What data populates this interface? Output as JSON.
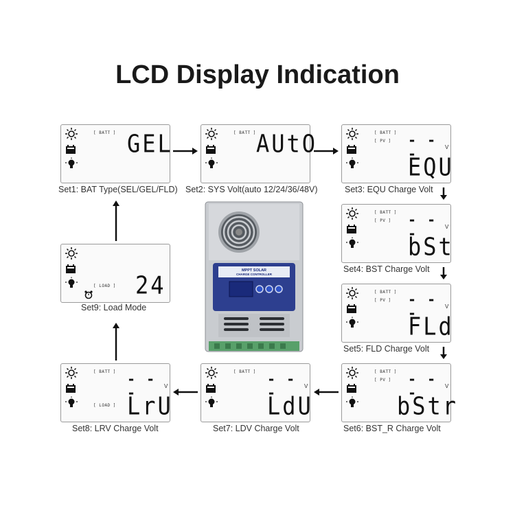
{
  "title": "LCD Display Indication",
  "labels": {
    "batt": "[ BATT ]",
    "pv": "[ PV ]",
    "load": "[ LOAD ]",
    "dashes": "- - -",
    "volt_unit": "V"
  },
  "panels": [
    {
      "id": "set1",
      "display": "GEL",
      "caption": "Set1: BAT Type(SEL/GEL/FLD)"
    },
    {
      "id": "set2",
      "display": "AUtO",
      "caption": "Set2: SYS Volt(auto  12/24/36/48V)"
    },
    {
      "id": "set3",
      "display": "EQU",
      "caption": "Set3: EQU Charge Volt"
    },
    {
      "id": "set4",
      "display": "bSt",
      "caption": "Set4: BST Charge Volt"
    },
    {
      "id": "set5",
      "display": "FLd",
      "caption": "Set5: FLD Charge Volt"
    },
    {
      "id": "set6",
      "display": "bStr",
      "caption": "Set6: BST_R Charge Volt"
    },
    {
      "id": "set7",
      "display": "LdU",
      "caption": "Set7: LDV Charge Volt"
    },
    {
      "id": "set8",
      "display": "LrU",
      "caption": "Set8: LRV Charge Volt"
    },
    {
      "id": "set9",
      "display": "24",
      "caption": "Set9: Load Mode"
    }
  ],
  "device": {
    "brand_line1": "MPPT SOLAR",
    "brand_line2": "CHARGE CONTROLLER",
    "colors": {
      "housing": "#c9ccd0",
      "panel": "#2d3f8f",
      "display": "#1a2a7a"
    }
  }
}
